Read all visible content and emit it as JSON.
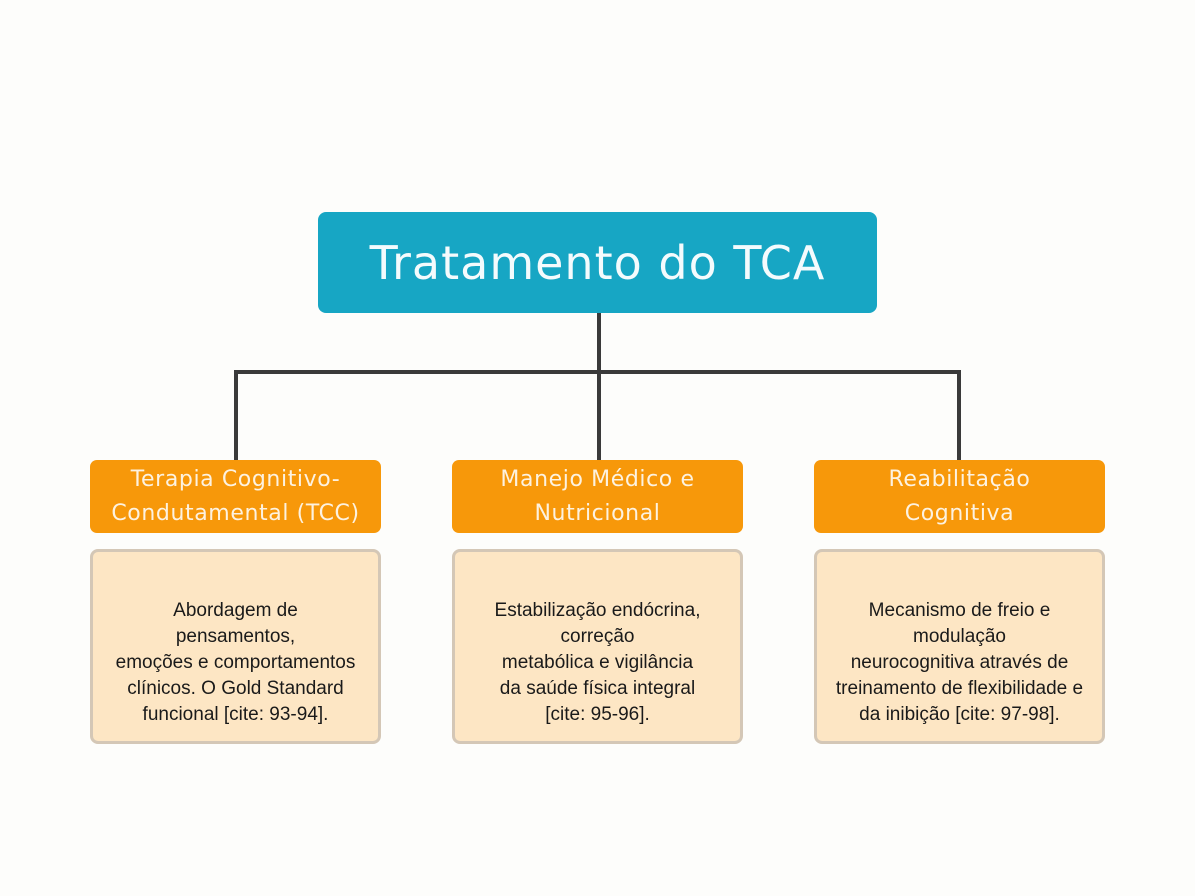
{
  "root": {
    "title": "Tratamento do TCA"
  },
  "colors": {
    "root_fill": "#17a6c4",
    "header_fill": "#f7980a",
    "body_fill": "#fde6c4",
    "body_border": "#d4c7b6",
    "connector": "#3a3a3a"
  },
  "branches": [
    {
      "title": "Terapia Cognitivo-\nCondutamental (TCC)",
      "description": "Abordagem de\npensamentos,\nemoções e comportamentos\nclínicos. O Gold Standard\nfuncional [cite: 93-94]."
    },
    {
      "title": "Manejo Médico e\nNutricional",
      "description": "Estabilização endócrina,\ncorreção\nmetabólica e vigilância\nda saúde física integral\n[cite: 95-96]."
    },
    {
      "title": "Reabilitação\nCognitiva",
      "description": "Mecanismo de freio e\nmodulação\nneurocognitiva através de\ntreinamento de flexibilidade e\nda inibição [cite: 97-98]."
    }
  ]
}
